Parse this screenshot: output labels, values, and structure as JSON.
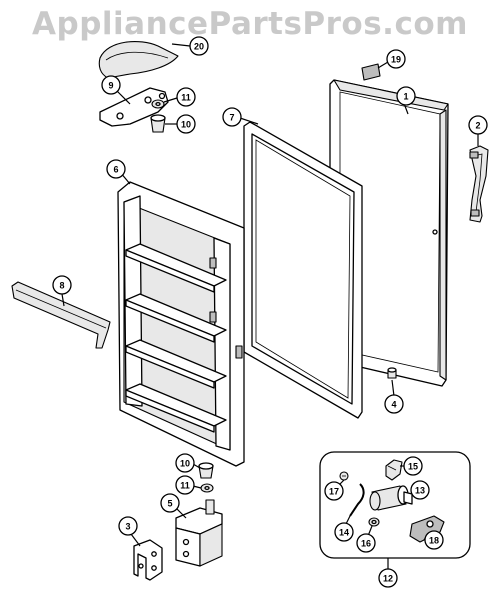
{
  "watermark": "AppliancePartsPros.com",
  "callouts": [
    {
      "id": "c1",
      "label": "1"
    },
    {
      "id": "c2",
      "label": "2"
    },
    {
      "id": "c3",
      "label": "3"
    },
    {
      "id": "c4",
      "label": "4"
    },
    {
      "id": "c5",
      "label": "5"
    },
    {
      "id": "c6",
      "label": "6"
    },
    {
      "id": "c7",
      "label": "7"
    },
    {
      "id": "c8",
      "label": "8"
    },
    {
      "id": "c9",
      "label": "9"
    },
    {
      "id": "c10a",
      "label": "10"
    },
    {
      "id": "c10b",
      "label": "10"
    },
    {
      "id": "c11a",
      "label": "11"
    },
    {
      "id": "c11b",
      "label": "11"
    },
    {
      "id": "c12",
      "label": "12"
    },
    {
      "id": "c13",
      "label": "13"
    },
    {
      "id": "c14",
      "label": "14"
    },
    {
      "id": "c15",
      "label": "15"
    },
    {
      "id": "c16",
      "label": "16"
    },
    {
      "id": "c17",
      "label": "17"
    },
    {
      "id": "c18",
      "label": "18"
    },
    {
      "id": "c19",
      "label": "19"
    },
    {
      "id": "c20",
      "label": "20"
    }
  ]
}
